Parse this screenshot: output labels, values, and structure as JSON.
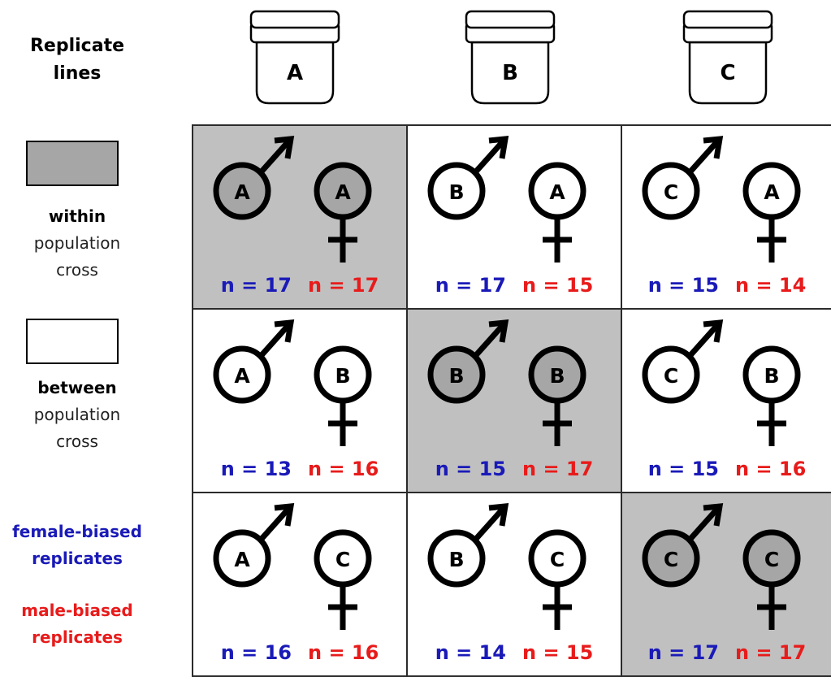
{
  "side": {
    "replicate_lines_line1": "Replicate",
    "replicate_lines_line2": "lines",
    "within_bold": "within",
    "within_line2": "population",
    "within_line3": "cross",
    "between_bold": "between",
    "between_line2": "population",
    "between_line3": "cross",
    "female_biased_line1": "female-biased",
    "female_biased_line2": "replicates",
    "male_biased_line1": "male-biased",
    "male_biased_line2": "replicates"
  },
  "colors": {
    "within_fill": "#c0c0c0",
    "female_biased": "#1a1ab8",
    "male_biased": "#e81b1b"
  },
  "jars": [
    "A",
    "B",
    "C"
  ],
  "cells": [
    {
      "male": "A",
      "female": "A",
      "within": true,
      "n_female_biased": "n = 17",
      "n_male_biased": "n = 17"
    },
    {
      "male": "B",
      "female": "A",
      "within": false,
      "n_female_biased": "n = 17",
      "n_male_biased": "n = 15"
    },
    {
      "male": "C",
      "female": "A",
      "within": false,
      "n_female_biased": "n = 15",
      "n_male_biased": "n = 14"
    },
    {
      "male": "A",
      "female": "B",
      "within": false,
      "n_female_biased": "n = 13",
      "n_male_biased": "n = 16"
    },
    {
      "male": "B",
      "female": "B",
      "within": true,
      "n_female_biased": "n = 15",
      "n_male_biased": "n = 17"
    },
    {
      "male": "C",
      "female": "B",
      "within": false,
      "n_female_biased": "n = 15",
      "n_male_biased": "n = 16"
    },
    {
      "male": "A",
      "female": "C",
      "within": false,
      "n_female_biased": "n = 16",
      "n_male_biased": "n = 16"
    },
    {
      "male": "B",
      "female": "C",
      "within": false,
      "n_female_biased": "n = 14",
      "n_male_biased": "n = 15"
    },
    {
      "male": "C",
      "female": "C",
      "within": true,
      "n_female_biased": "n = 17",
      "n_male_biased": "n = 17"
    }
  ]
}
